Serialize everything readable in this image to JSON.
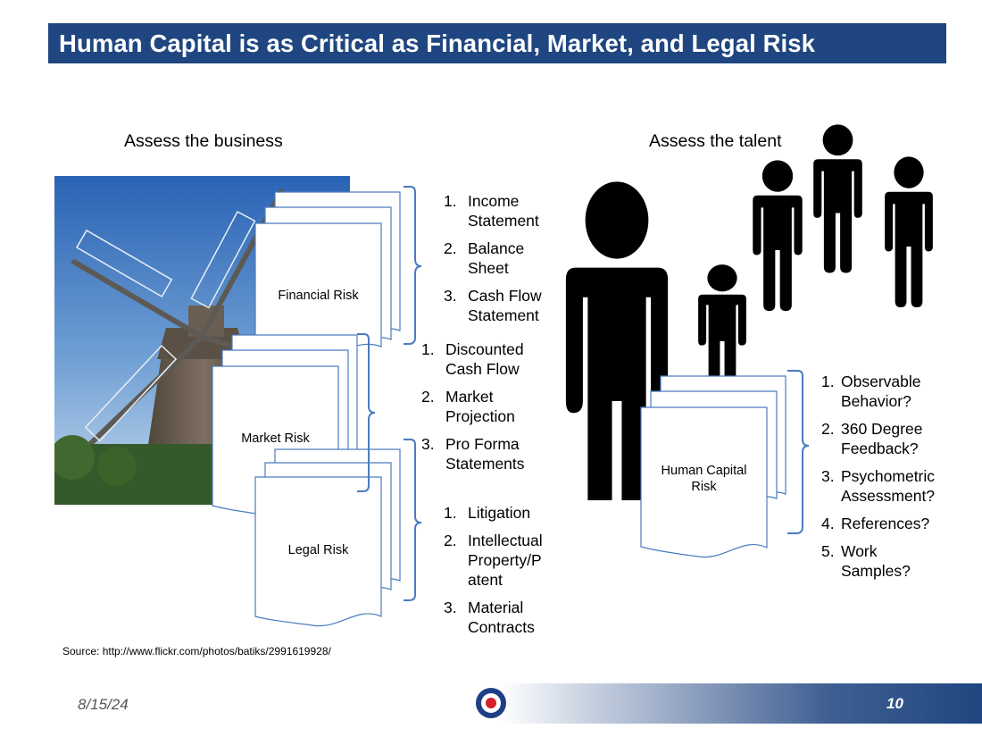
{
  "title": "Human Capital is as Critical as Financial, Market, and Legal Risk",
  "left": {
    "heading": "Assess the business",
    "documents": {
      "financial": "Financial Risk",
      "market": "Market Risk",
      "legal": "Legal Risk"
    },
    "financial_items": [
      {
        "num": "1.",
        "lines": [
          "Income",
          "Statement"
        ]
      },
      {
        "num": "2.",
        "lines": [
          "Balance",
          "Sheet"
        ]
      },
      {
        "num": "3.",
        "lines": [
          "Cash Flow",
          "Statement"
        ]
      }
    ],
    "market_items": [
      {
        "num": "1.",
        "lines": [
          "Discounted",
          "Cash Flow"
        ]
      },
      {
        "num": "2.",
        "lines": [
          "Market",
          "Projection"
        ]
      },
      {
        "num": "3.",
        "lines": [
          "Pro Forma",
          "Statements"
        ]
      }
    ],
    "legal_items": [
      {
        "num": "1.",
        "lines": [
          "Litigation"
        ]
      },
      {
        "num": "2.",
        "lines": [
          "Intellectual",
          "Property/P",
          "atent"
        ]
      },
      {
        "num": "3.",
        "lines": [
          "Material",
          "Contracts"
        ]
      }
    ]
  },
  "right": {
    "heading": "Assess the talent",
    "document": [
      "Human Capital",
      "Risk"
    ],
    "talent_items": [
      {
        "num": "1.",
        "lines": [
          "Observable",
          "Behavior?"
        ]
      },
      {
        "num": "2.",
        "lines": [
          "360 Degree",
          "Feedback?"
        ]
      },
      {
        "num": "3.",
        "lines": [
          "Psychometric",
          "Assessment?"
        ]
      },
      {
        "num": "4.",
        "lines": [
          "References?"
        ]
      },
      {
        "num": "5.",
        "lines": [
          "Work",
          "Samples?"
        ]
      }
    ]
  },
  "source": "Source:  http://www.flickr.com/photos/batiks/2991619928/",
  "footer": {
    "date": "8/15/24",
    "page": "10"
  },
  "colors": {
    "title_bar": "#1f4680",
    "bracket": "#4a7cc0",
    "doc_border": "#4a7cc0",
    "person": "#000000"
  },
  "icons": {
    "people": "person-silhouette-icon",
    "logo": "roundel-logo-icon"
  }
}
